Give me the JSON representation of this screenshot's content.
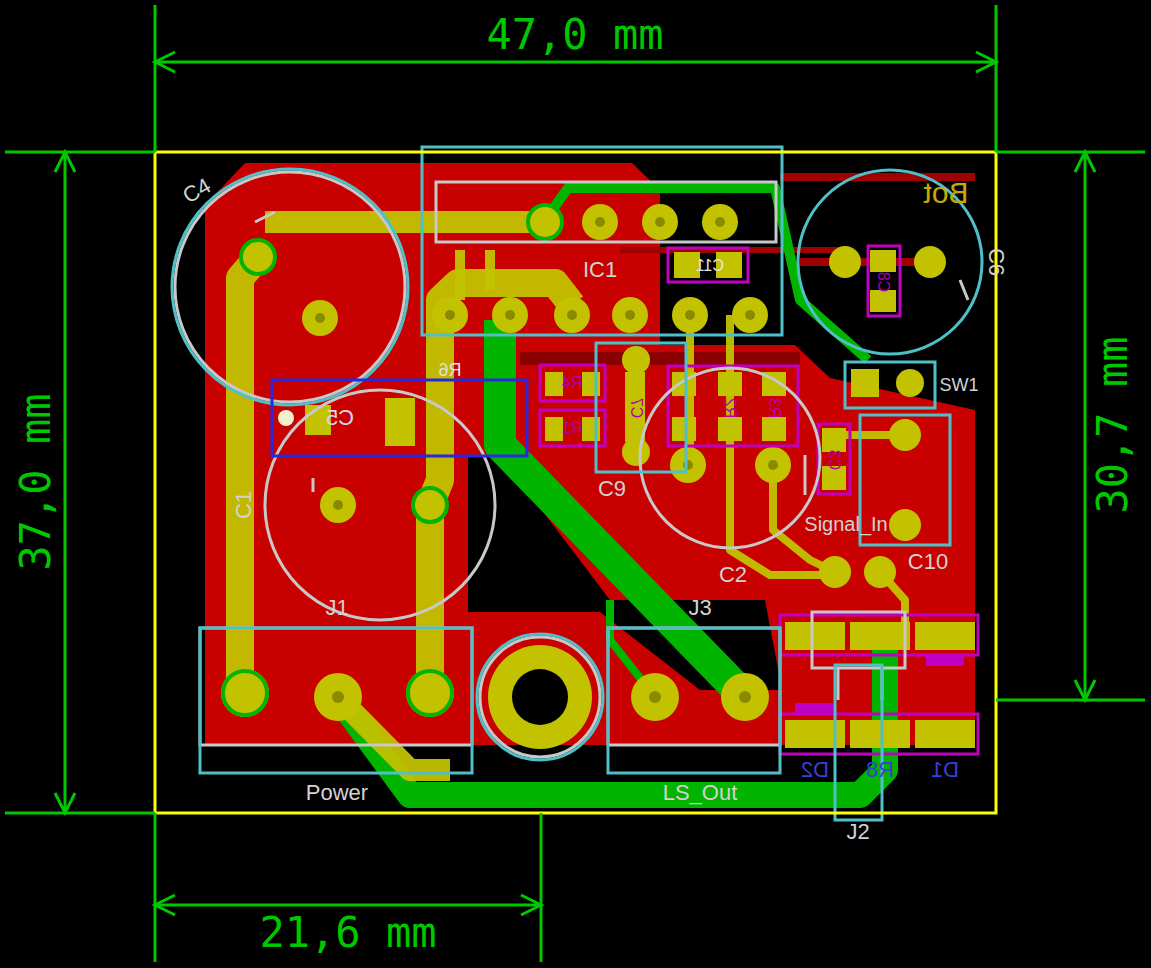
{
  "diagram": {
    "labels": [
      "47,0 mm",
      "37,0 mm",
      "30,7 mm",
      "21,6 mm",
      "C4",
      "IC1",
      "C11",
      "Bot",
      "C6",
      "C8",
      "SW1",
      "R6",
      "C5",
      "C1",
      "R4",
      "R1",
      "C7",
      "R2",
      "R3",
      "C9",
      "C3",
      "Signal_In",
      "C10",
      "C2",
      "J1",
      "J3",
      "Power",
      "LS_Out",
      "D2",
      "R8",
      "D1",
      "J2"
    ]
  }
}
